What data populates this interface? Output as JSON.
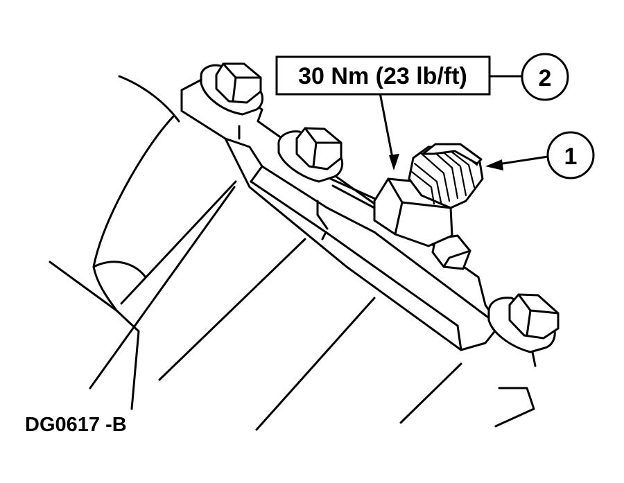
{
  "torque_label": "30 Nm (23 lb/ft)",
  "callouts": [
    {
      "number": "1",
      "target": "fitting"
    },
    {
      "number": "2",
      "target": "nut"
    }
  ],
  "figure_code": "DG0617 -B"
}
